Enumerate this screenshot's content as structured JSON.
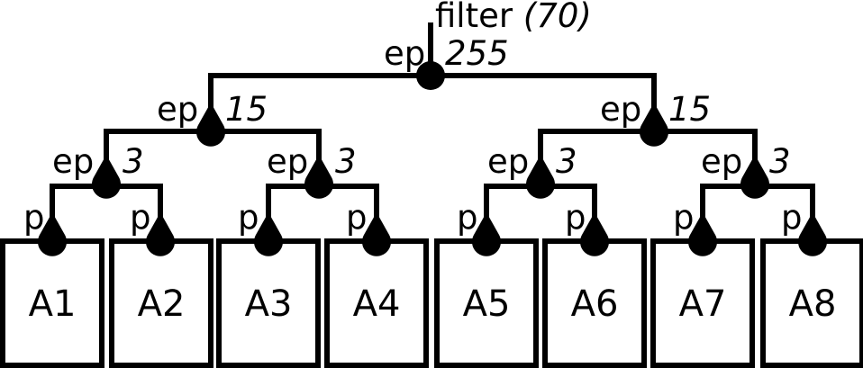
{
  "root": {
    "filter_word": "filter",
    "filter_value": "(70)",
    "port": "ep",
    "value": "255"
  },
  "level2": [
    {
      "port": "ep",
      "value": "15"
    },
    {
      "port": "ep",
      "value": "15"
    }
  ],
  "level3": [
    {
      "port": "ep",
      "value": "3"
    },
    {
      "port": "ep",
      "value": "3"
    },
    {
      "port": "ep",
      "value": "3"
    },
    {
      "port": "ep",
      "value": "3"
    }
  ],
  "leaf_ports": [
    "p",
    "p",
    "p",
    "p",
    "p",
    "p",
    "p",
    "p"
  ],
  "leaves": [
    "A1",
    "A2",
    "A3",
    "A4",
    "A5",
    "A6",
    "A7",
    "A8"
  ]
}
